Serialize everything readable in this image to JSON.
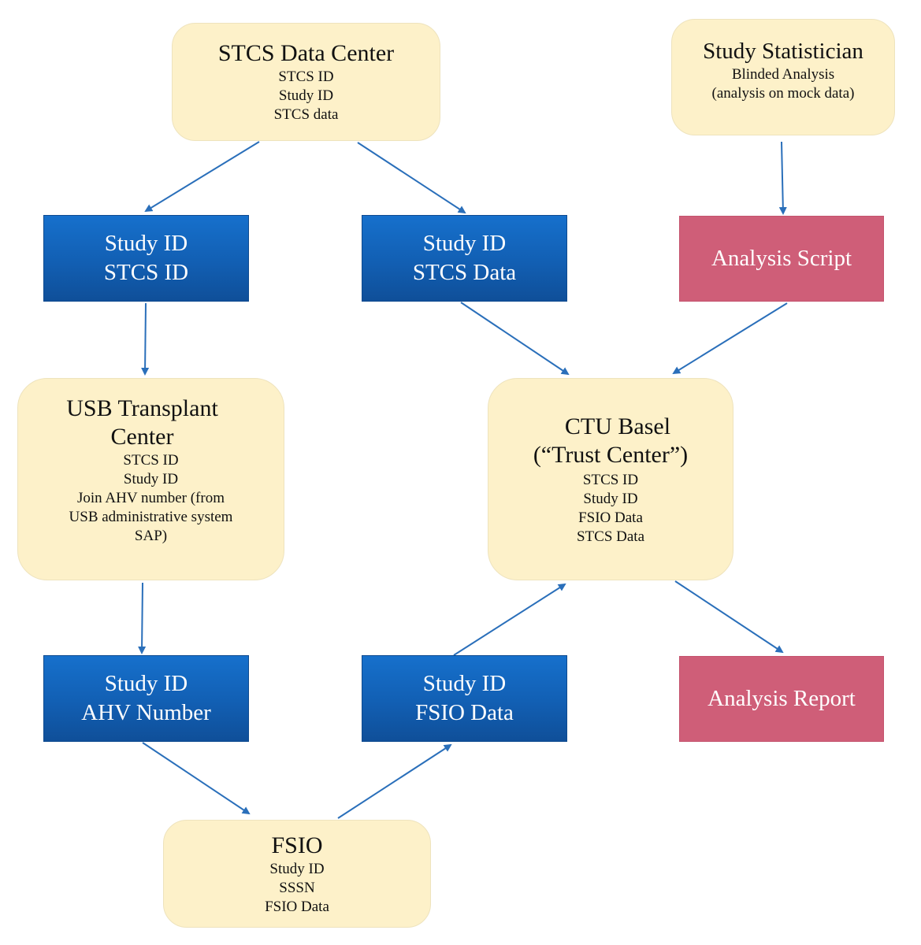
{
  "colors": {
    "cream_fill": "#fdf1c9",
    "blue_fill": "#1565c0",
    "pink_fill": "#cf5e78",
    "arrow": "#2a6fba"
  },
  "nodes": {
    "stcs_data_center": {
      "title": "STCS Data Center",
      "lines": [
        "STCS ID",
        "Study ID",
        "STCS data"
      ]
    },
    "study_statistician": {
      "title": "Study Statistician",
      "lines": [
        "Blinded Analysis",
        "(analysis on mock data)"
      ]
    },
    "box_studyid_stcsid": {
      "lines": [
        "Study ID",
        "STCS ID"
      ]
    },
    "box_studyid_stcsdata": {
      "lines": [
        "Study ID",
        "STCS Data"
      ]
    },
    "analysis_script": {
      "label": "Analysis Script"
    },
    "usb_transplant_center": {
      "title_lines": [
        "USB Transplant",
        "Center"
      ],
      "lines": [
        "STCS ID",
        "Study ID",
        "Join AHV number (from",
        "USB administrative system",
        "SAP)"
      ]
    },
    "ctu_basel": {
      "title_lines": [
        "CTU Basel",
        "(“Trust Center”)"
      ],
      "lines": [
        "STCS ID",
        "Study ID",
        "FSIO Data",
        "STCS Data"
      ]
    },
    "box_studyid_ahv": {
      "lines": [
        "Study ID",
        "AHV Number"
      ]
    },
    "box_studyid_fsiodata": {
      "lines": [
        "Study ID",
        "FSIO Data"
      ]
    },
    "analysis_report": {
      "label": "Analysis Report"
    },
    "fsio": {
      "title": "FSIO",
      "lines": [
        "Study ID",
        "SSSN",
        "FSIO Data"
      ]
    }
  },
  "edges": [
    {
      "from": "stcs_data_center",
      "to": "box_studyid_stcsid"
    },
    {
      "from": "stcs_data_center",
      "to": "box_studyid_stcsdata"
    },
    {
      "from": "study_statistician",
      "to": "analysis_script"
    },
    {
      "from": "box_studyid_stcsid",
      "to": "usb_transplant_center"
    },
    {
      "from": "box_studyid_stcsdata",
      "to": "ctu_basel"
    },
    {
      "from": "analysis_script",
      "to": "ctu_basel"
    },
    {
      "from": "usb_transplant_center",
      "to": "box_studyid_ahv"
    },
    {
      "from": "box_studyid_ahv",
      "to": "fsio"
    },
    {
      "from": "fsio",
      "to": "box_studyid_fsiodata"
    },
    {
      "from": "box_studyid_fsiodata",
      "to": "ctu_basel"
    },
    {
      "from": "ctu_basel",
      "to": "analysis_report"
    }
  ]
}
